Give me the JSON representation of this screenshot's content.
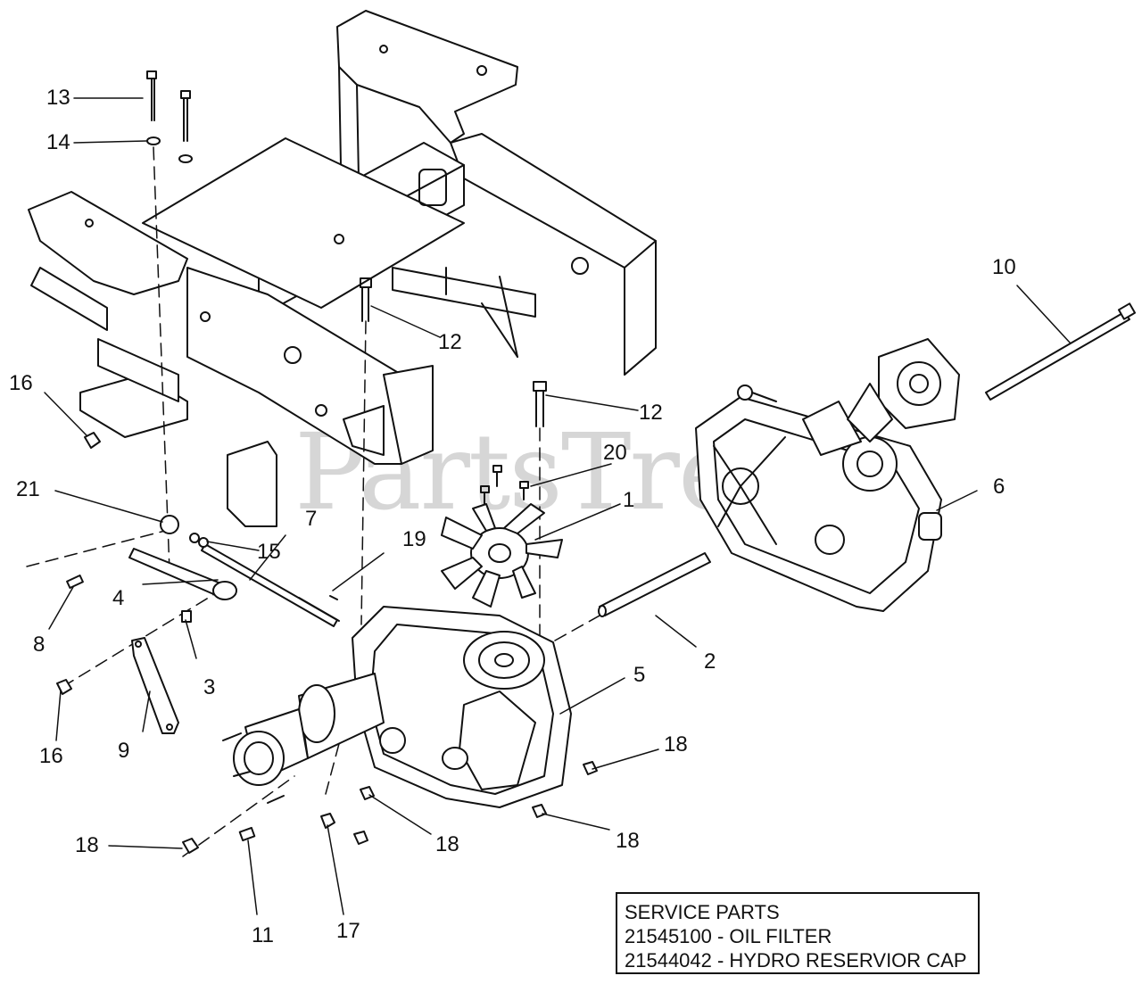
{
  "watermark": "PartsTree",
  "callouts": {
    "c1": "1",
    "c2": "2",
    "c3": "3",
    "c4": "4",
    "c5": "5",
    "c6": "6",
    "c7": "7",
    "c8": "8",
    "c9": "9",
    "c10": "10",
    "c11": "11",
    "c12a": "12",
    "c12b": "12",
    "c13": "13",
    "c14": "14",
    "c15": "15",
    "c16a": "16",
    "c16b": "16",
    "c17": "17",
    "c18a": "18",
    "c18b": "18",
    "c18c": "18",
    "c18d": "18",
    "c19": "19",
    "c20": "20",
    "c21": "21"
  },
  "service_parts": {
    "heading": "SERVICE PARTS",
    "line1": "21545100 - OIL FILTER",
    "line2": "21544042 - HYDRO RESERVIOR CAP"
  },
  "colors": {
    "ink": "#111111",
    "watermark": "#d6d6d6",
    "background": "#ffffff"
  }
}
